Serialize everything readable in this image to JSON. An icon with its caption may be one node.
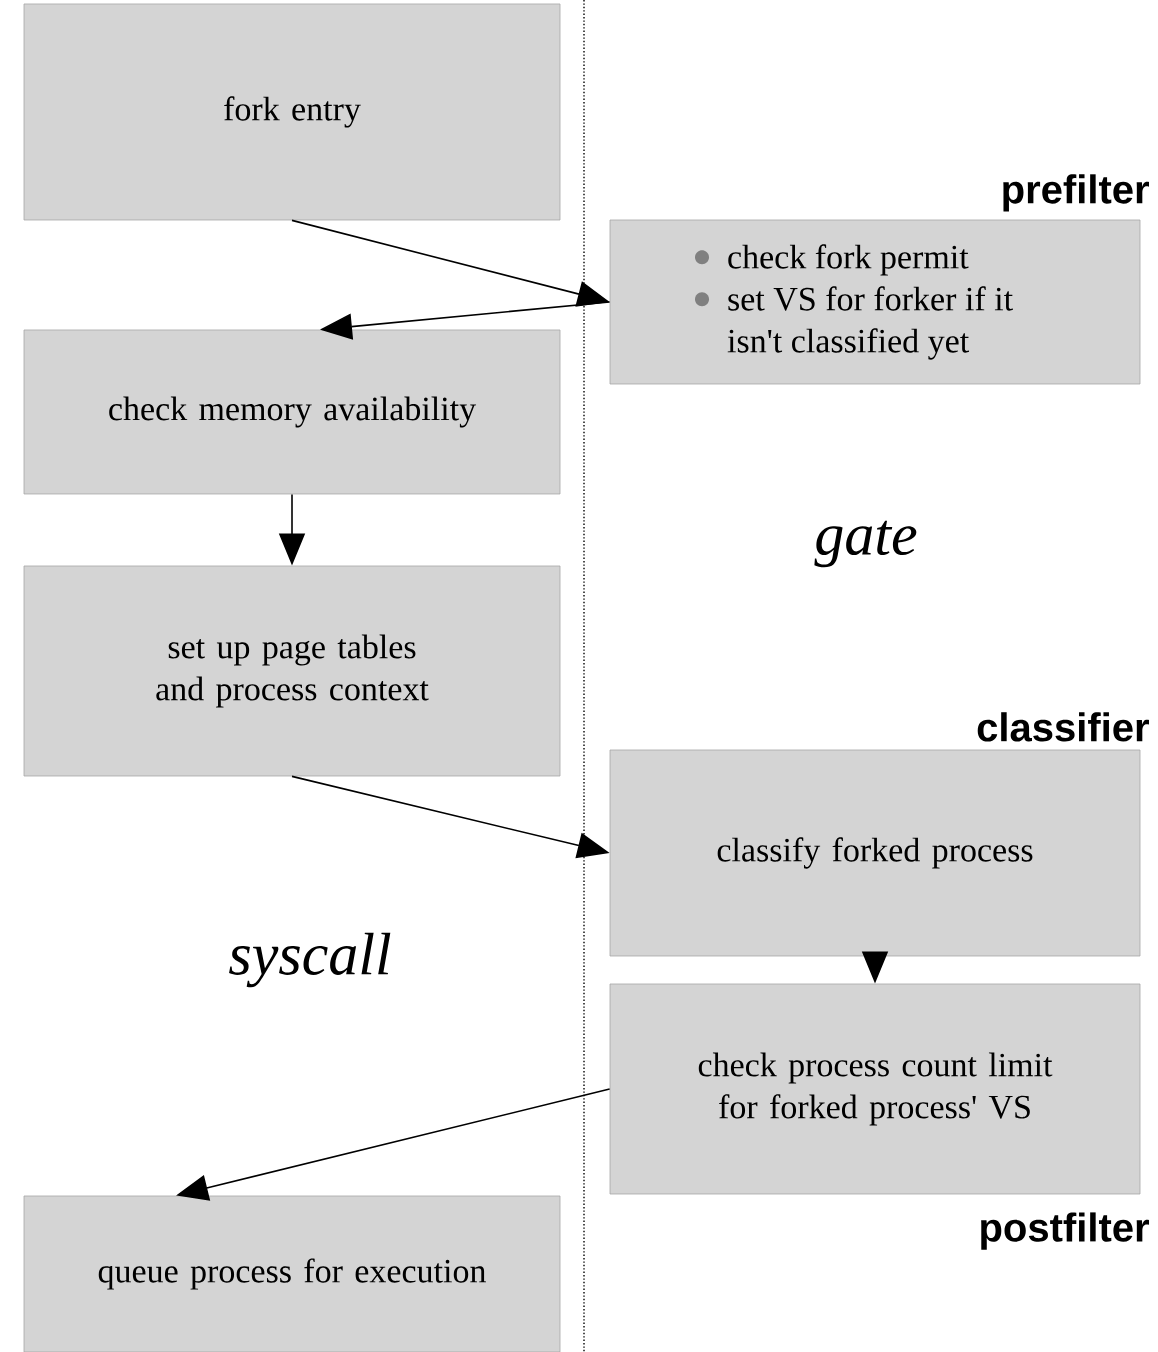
{
  "diagram": {
    "nodes": [
      {
        "text": [
          "fork entry"
        ]
      },
      {
        "text": [
          "prefilter",
          "check fork permit",
          "set VS for forker if it isn't classified yet"
        ]
      },
      {
        "text": [
          "check memory availability"
        ]
      },
      {
        "text": [
          "set up page tables and process context"
        ]
      },
      {
        "text": [
          "classifier",
          "classify forked process"
        ]
      },
      {
        "text": [
          "check process count limit for forked process' VS",
          "postfilter"
        ]
      },
      {
        "text": [
          "queue process for execution"
        ]
      }
    ],
    "edges": [
      {
        "from": 0,
        "to": 1,
        "arrow": "to"
      },
      {
        "from": 1,
        "to": 2,
        "arrow": "to"
      },
      {
        "from": 2,
        "to": 3,
        "arrow": "to"
      },
      {
        "from": 3,
        "to": 4,
        "arrow": "to"
      },
      {
        "from": 4,
        "to": 5,
        "arrow": "to"
      },
      {
        "from": 5,
        "to": 6,
        "arrow": "to"
      }
    ],
    "labels": [
      "gate",
      "syscall"
    ]
  }
}
